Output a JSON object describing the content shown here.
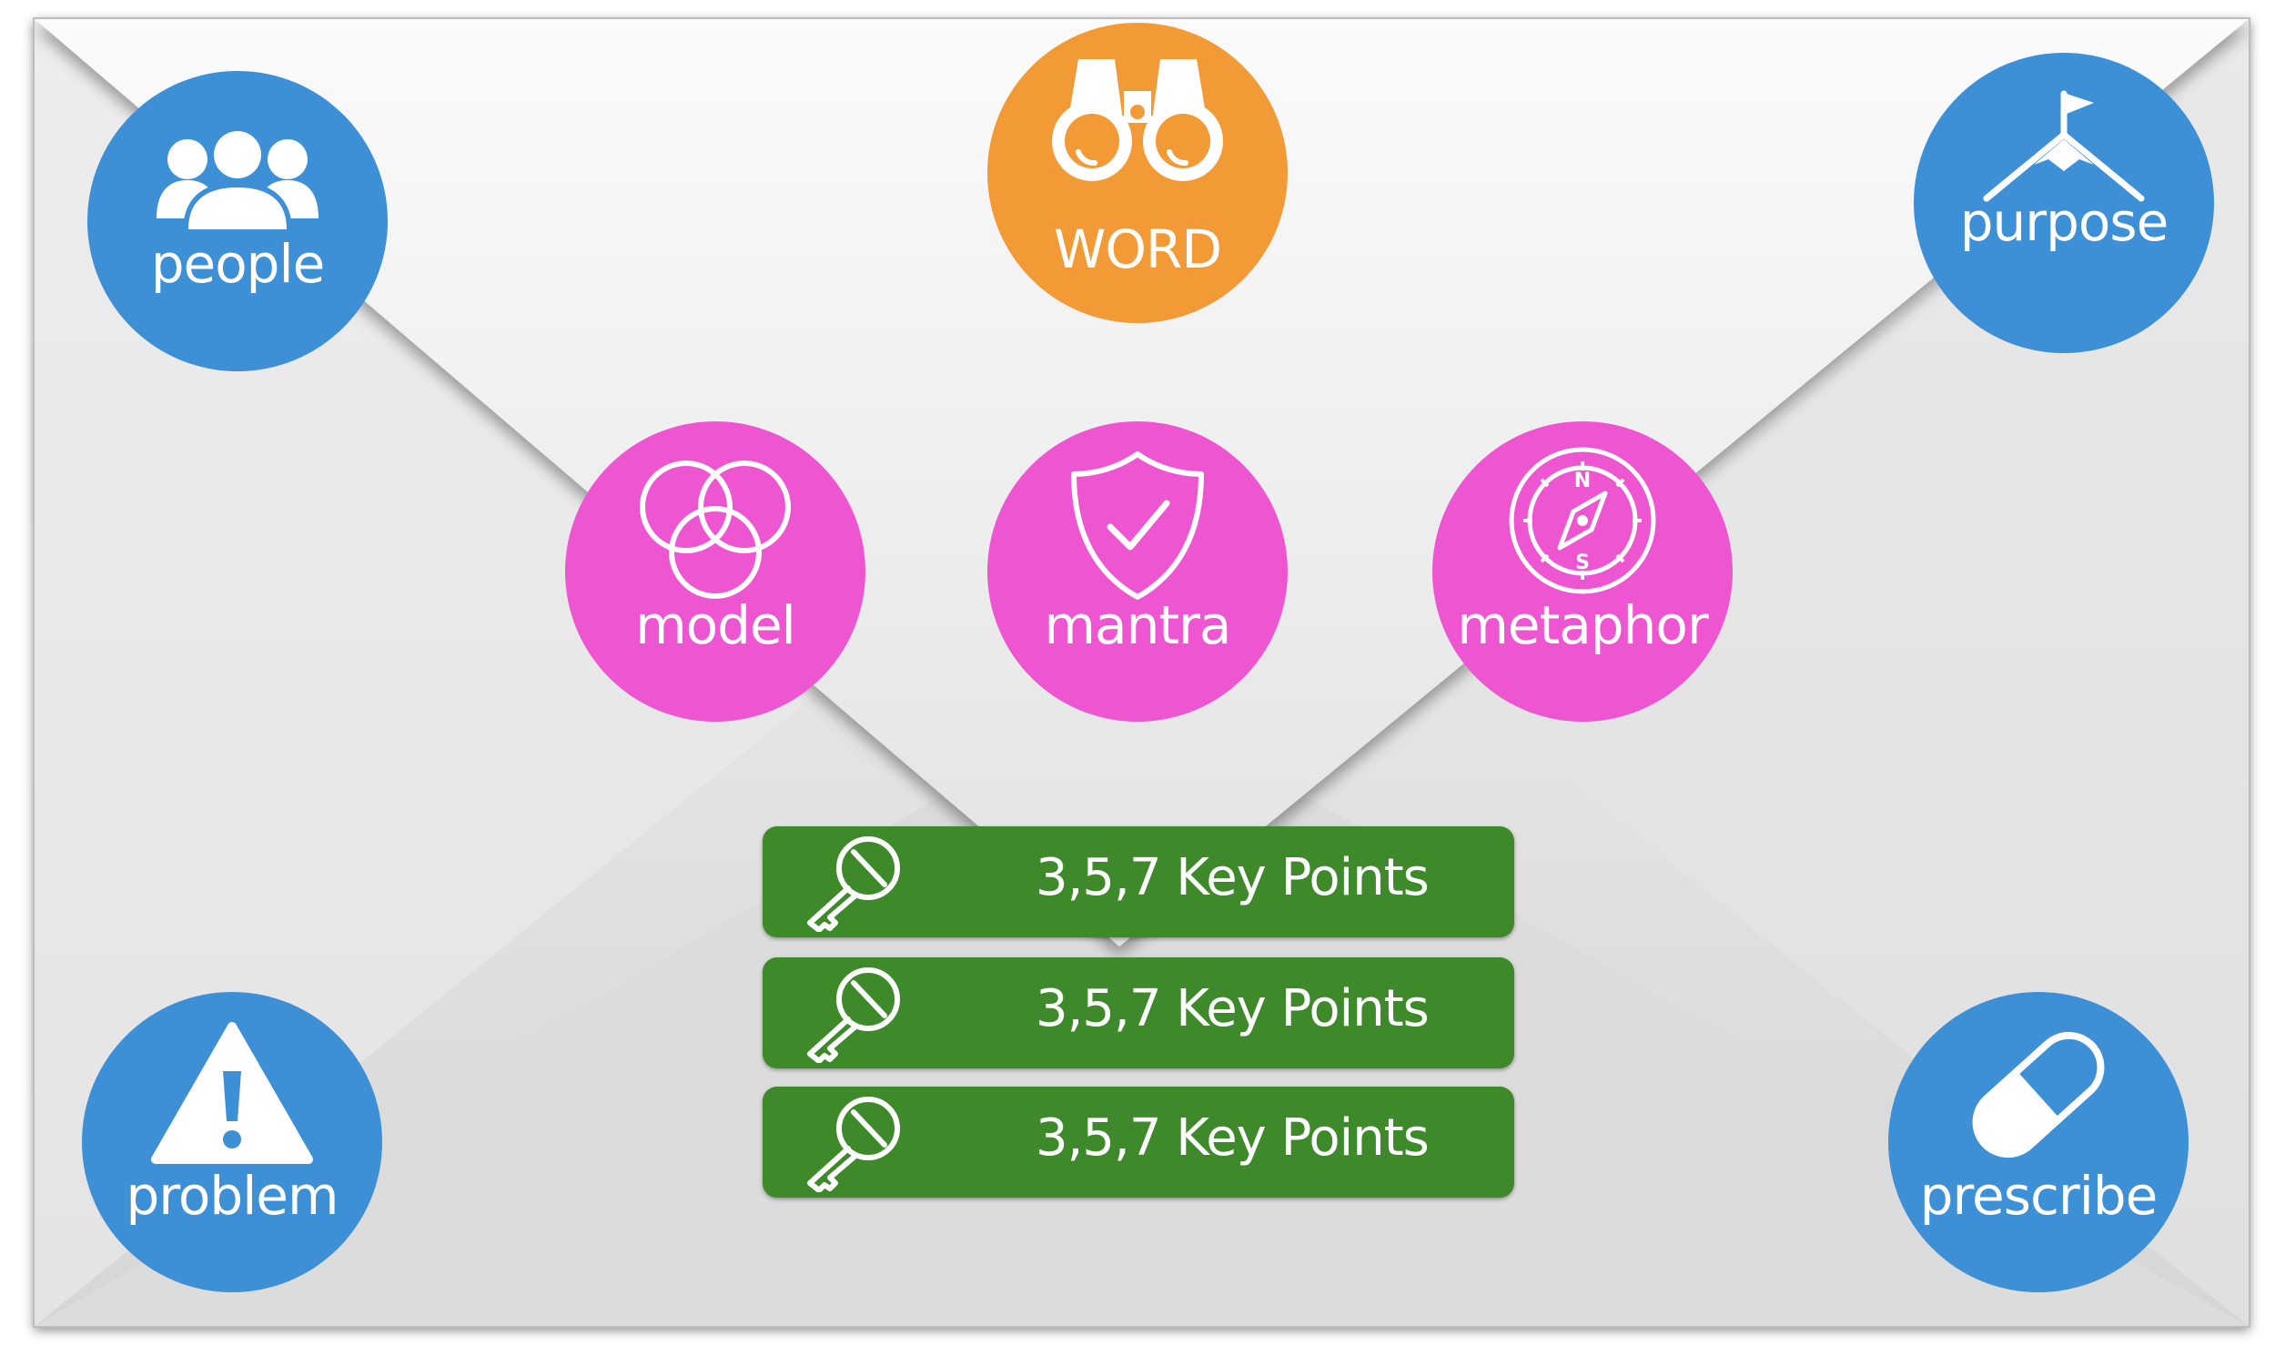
{
  "colors": {
    "blue": "#3d8fd6",
    "orange": "#f29a35",
    "pink": "#ee55d1",
    "green": "#3e8a2a",
    "envelope": "#e6e6e6"
  },
  "nodes": {
    "people": {
      "label": "people",
      "icon": "people-icon"
    },
    "word": {
      "label": "WORD",
      "icon": "binoculars-icon"
    },
    "purpose": {
      "label": "purpose",
      "icon": "mountain-flag-icon"
    },
    "model": {
      "label": "model",
      "icon": "venn-circles-icon"
    },
    "mantra": {
      "label": "mantra",
      "icon": "shield-check-icon"
    },
    "metaphor": {
      "label": "metaphor",
      "icon": "compass-icon"
    },
    "problem": {
      "label": "problem",
      "icon": "warning-icon"
    },
    "prescribe": {
      "label": "prescribe",
      "icon": "pill-icon"
    }
  },
  "key_points": [
    {
      "label": "3,5,7 Key Points",
      "icon": "key-icon"
    },
    {
      "label": "3,5,7 Key Points",
      "icon": "key-icon"
    },
    {
      "label": "3,5,7 Key Points",
      "icon": "key-icon"
    }
  ]
}
